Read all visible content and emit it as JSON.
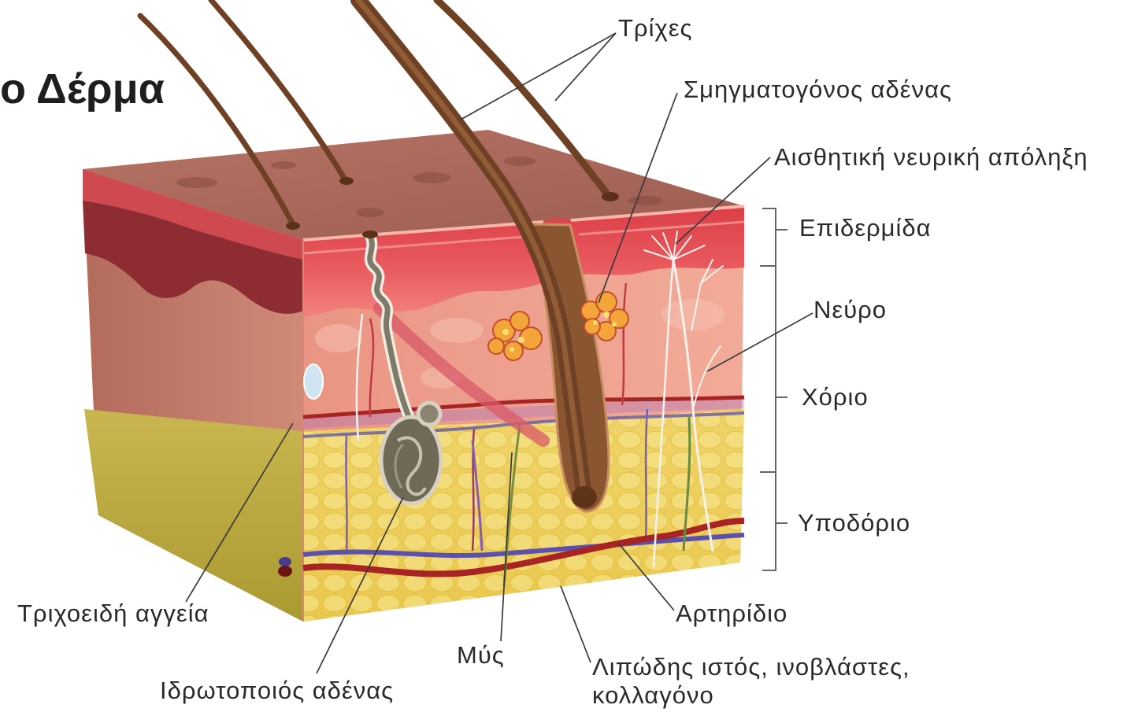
{
  "title": "ο Δέρμα",
  "labels": {
    "hairs": "Τρίχες",
    "sebaceous_gland": "Σμηγματογόνος αδένας",
    "sensory_nerve_ending": "Αισθητική νευρική απόληξη",
    "epidermis": "Επιδερμίδα",
    "nerve": "Νεύρο",
    "dermis": "Χόριο",
    "hypodermis": "Υποδόριο",
    "arteriole": "Αρτηρίδιο",
    "adipose_line1": "Λιπώδης ιστός, ινοβλάστες,",
    "adipose_line2": "κολλαγόνο",
    "muscle": "Μύς",
    "capillaries": "Τριχοειδή αγγεία",
    "sweat_gland": "Ιδρωτοποιός αδένας"
  },
  "colors": {
    "epidermis": "#e04a50",
    "dermis": "#ec9a88",
    "hypodermis": "#f0d46a",
    "hair": "#6e4024",
    "artery": "#a82424",
    "vein": "#5a50b0",
    "nerve": "#f5f2ee",
    "sebaceous_gland": "#f3a53a",
    "sweat_gland": "#6f6a58",
    "leader_line": "#3a3a3a"
  }
}
